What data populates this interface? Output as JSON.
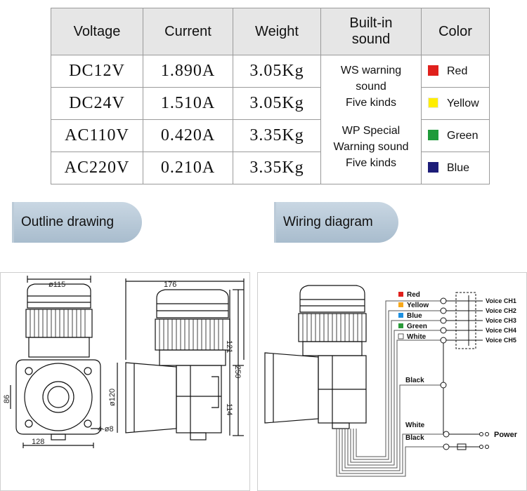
{
  "table": {
    "headers": {
      "voltage": "Voltage",
      "current": "Current",
      "weight": "Weight",
      "sound_line1": "Built-in",
      "sound_line2": "sound",
      "color": "Color"
    },
    "rows": [
      {
        "voltage": "DC12V",
        "current": "1.890A",
        "weight": "3.05Kg",
        "color": "Red"
      },
      {
        "voltage": "DC24V",
        "current": "1.510A",
        "weight": "3.05Kg",
        "color": "Yellow"
      },
      {
        "voltage": "AC110V",
        "current": "0.420A",
        "weight": "3.35Kg",
        "color": "Green"
      },
      {
        "voltage": "AC220V",
        "current": "0.210A",
        "weight": "3.35Kg",
        "color": "Blue"
      }
    ],
    "sounds": [
      {
        "line1": "WS warning",
        "line2": "sound",
        "line3": "Five kinds"
      },
      {
        "line1": "WP Special",
        "line2": "Warning sound",
        "line3": "Five kinds"
      }
    ],
    "swatch_colors": [
      "#e0201c",
      "#ffee00",
      "#1f9a3a",
      "#1c1c78"
    ]
  },
  "tabs": {
    "outline": "Outline drawing",
    "wiring": "Wiring diagram"
  },
  "outline": {
    "d115": "ø115",
    "d176": "176",
    "d121": "121",
    "d250": "250",
    "d114": "114",
    "d120": "ø120",
    "d86": "86",
    "d128": "128",
    "d8": "4-ø8"
  },
  "wiring": {
    "wires": [
      {
        "label": "Red",
        "color": "#e0201c"
      },
      {
        "label": "Yellow",
        "color": "#f7a81b"
      },
      {
        "label": "Blue",
        "color": "#1d8fe0"
      },
      {
        "label": "Green",
        "color": "#2a9a3a"
      },
      {
        "label": "White",
        "color": "#ffffff"
      }
    ],
    "channels": [
      "Voice CH1",
      "Voice CH2",
      "Voice CH3",
      "Voice CH4",
      "Voice CH5"
    ],
    "black": "Black",
    "power_white": "White",
    "power_black": "Black",
    "power": "Power"
  }
}
